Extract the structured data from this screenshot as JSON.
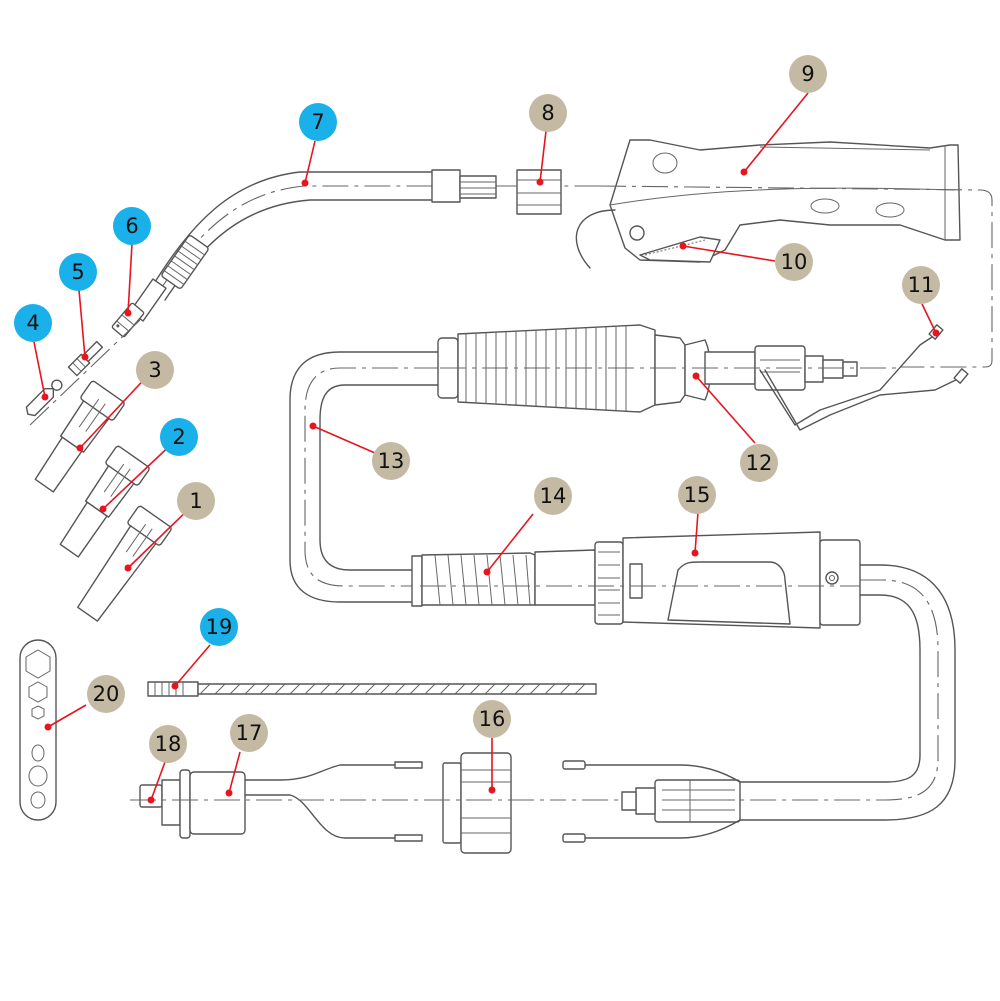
{
  "diagram": {
    "title": "MIG welding torch exploded parts diagram",
    "colors": {
      "badge_blue": "#1ab0ea",
      "badge_tan": "#c4b9a3",
      "leader": "#e8141e",
      "line": "#555555"
    },
    "callouts": [
      {
        "id": "1",
        "label": "1",
        "style": "tan",
        "part": "gas-nozzle-1"
      },
      {
        "id": "2",
        "label": "2",
        "style": "blue",
        "part": "gas-nozzle-2"
      },
      {
        "id": "3",
        "label": "3",
        "style": "tan",
        "part": "gas-nozzle-3"
      },
      {
        "id": "4",
        "label": "4",
        "style": "blue",
        "part": "contact-tip"
      },
      {
        "id": "5",
        "label": "5",
        "style": "blue",
        "part": "tip-holder"
      },
      {
        "id": "6",
        "label": "6",
        "style": "blue",
        "part": "gas-diffuser"
      },
      {
        "id": "7",
        "label": "7",
        "style": "blue",
        "part": "swan-neck"
      },
      {
        "id": "8",
        "label": "8",
        "style": "tan",
        "part": "neck-nut"
      },
      {
        "id": "9",
        "label": "9",
        "style": "tan",
        "part": "handle"
      },
      {
        "id": "10",
        "label": "10",
        "style": "tan",
        "part": "trigger"
      },
      {
        "id": "11",
        "label": "11",
        "style": "tan",
        "part": "switch-cable"
      },
      {
        "id": "12",
        "label": "12",
        "style": "tan",
        "part": "ball-joint"
      },
      {
        "id": "13",
        "label": "13",
        "style": "tan",
        "part": "cable-assembly"
      },
      {
        "id": "14",
        "label": "14",
        "style": "tan",
        "part": "strain-relief-spring"
      },
      {
        "id": "15",
        "label": "15",
        "style": "tan",
        "part": "connector-housing"
      },
      {
        "id": "16",
        "label": "16",
        "style": "tan",
        "part": "connector-nut"
      },
      {
        "id": "17",
        "label": "17",
        "style": "tan",
        "part": "central-connector-body"
      },
      {
        "id": "18",
        "label": "18",
        "style": "tan",
        "part": "connector-pin"
      },
      {
        "id": "19",
        "label": "19",
        "style": "blue",
        "part": "wire-liner"
      },
      {
        "id": "20",
        "label": "20",
        "style": "tan",
        "part": "spanner-wrench"
      }
    ]
  }
}
